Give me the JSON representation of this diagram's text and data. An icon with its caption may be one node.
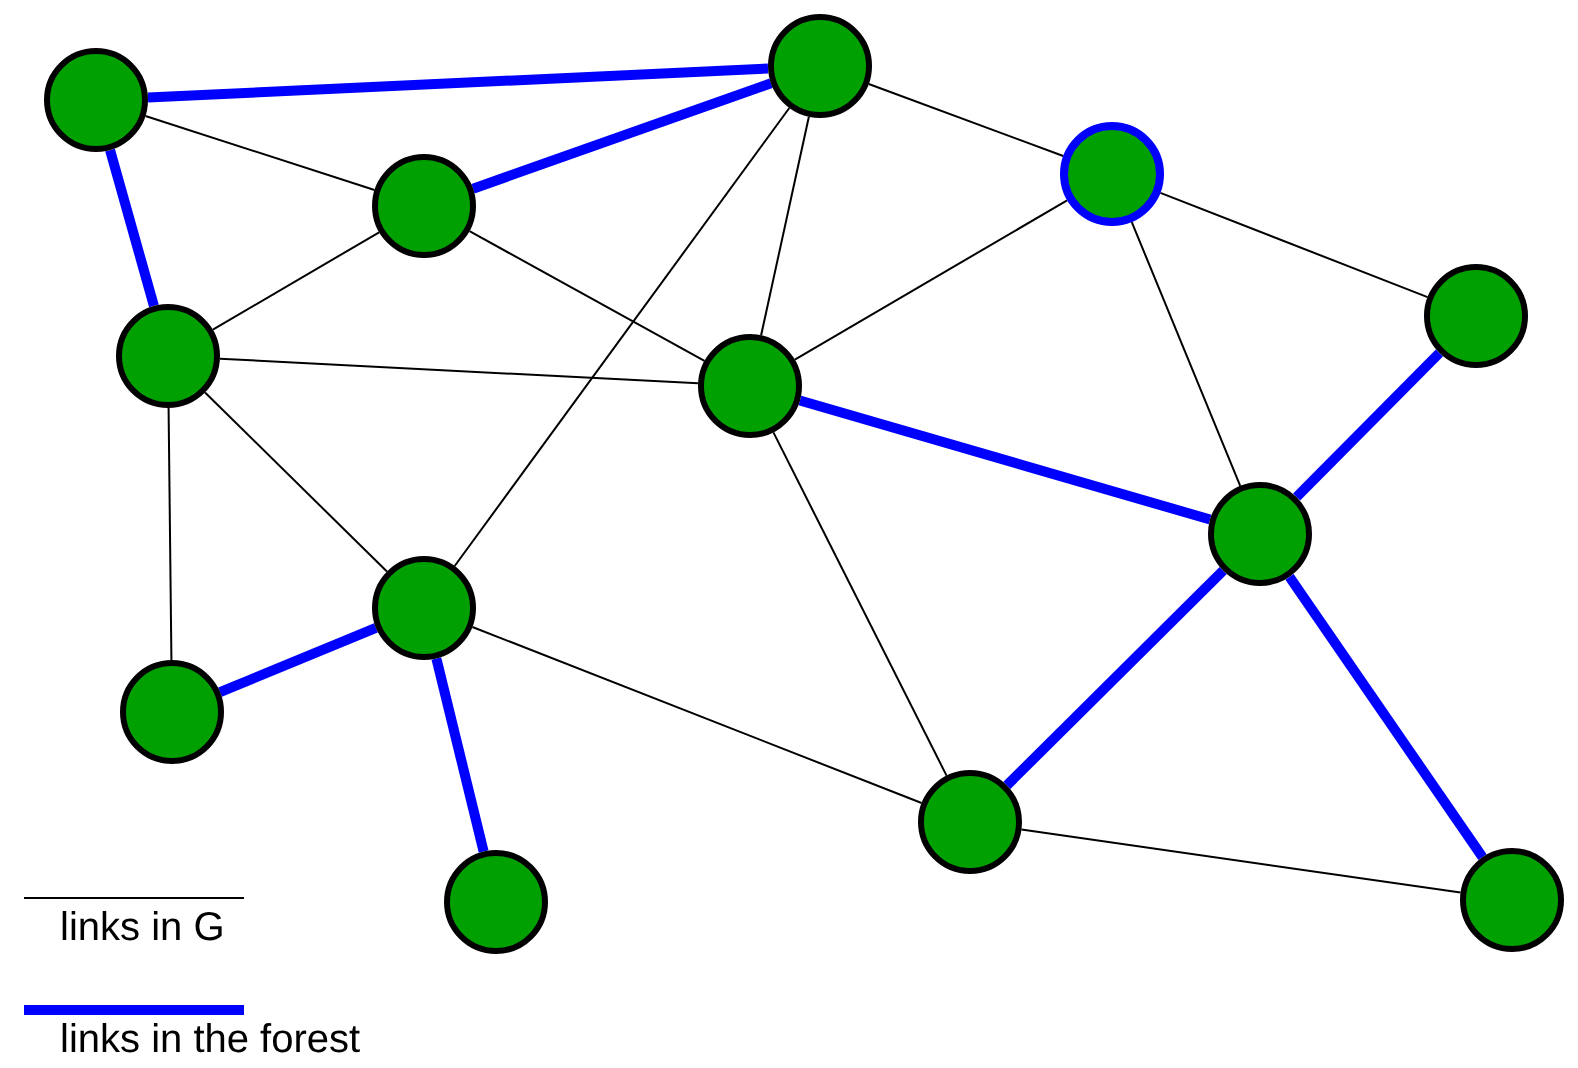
{
  "diagram": {
    "nodes": [
      {
        "text": [],
        "shape": "circle"
      },
      {
        "text": [],
        "shape": "circle"
      },
      {
        "text": [],
        "shape": "circle"
      },
      {
        "text": [],
        "shape": "circle"
      },
      {
        "text": [],
        "shape": "circle"
      },
      {
        "text": [],
        "shape": "circle"
      },
      {
        "text": [],
        "shape": "circle"
      },
      {
        "text": [],
        "shape": "circle"
      },
      {
        "text": [],
        "shape": "circle"
      },
      {
        "text": [],
        "shape": "circle"
      },
      {
        "text": [],
        "shape": "circle"
      },
      {
        "text": [],
        "shape": "circle"
      },
      {
        "text": [],
        "shape": "circle"
      }
    ],
    "edges": [
      {
        "from": 0,
        "to": 2,
        "arrow": "none"
      },
      {
        "from": 1,
        "to": 3,
        "arrow": "none"
      },
      {
        "from": 1,
        "to": 5,
        "arrow": "none"
      },
      {
        "from": 1,
        "to": 8,
        "arrow": "none"
      },
      {
        "from": 2,
        "to": 4,
        "arrow": "none"
      },
      {
        "from": 2,
        "to": 5,
        "arrow": "none"
      },
      {
        "from": 4,
        "to": 5,
        "arrow": "none"
      },
      {
        "from": 4,
        "to": 8,
        "arrow": "none"
      },
      {
        "from": 4,
        "to": 9,
        "arrow": "none"
      },
      {
        "from": 3,
        "to": 5,
        "arrow": "none"
      },
      {
        "from": 3,
        "to": 6,
        "arrow": "none"
      },
      {
        "from": 3,
        "to": 7,
        "arrow": "none"
      },
      {
        "from": 5,
        "to": 10,
        "arrow": "none"
      },
      {
        "from": 8,
        "to": 10,
        "arrow": "none"
      },
      {
        "from": 10,
        "to": 12,
        "arrow": "none"
      },
      {
        "from": 0,
        "to": 1,
        "arrow": "none",
        "style": "thick",
        "color": "#0000ff"
      },
      {
        "from": 1,
        "to": 2,
        "arrow": "none",
        "style": "thick",
        "color": "#0000ff"
      },
      {
        "from": 0,
        "to": 4,
        "arrow": "none",
        "style": "thick",
        "color": "#0000ff"
      },
      {
        "from": 5,
        "to": 7,
        "arrow": "none",
        "style": "thick",
        "color": "#0000ff"
      },
      {
        "from": 6,
        "to": 7,
        "arrow": "none",
        "style": "thick",
        "color": "#0000ff"
      },
      {
        "from": 7,
        "to": 10,
        "arrow": "none",
        "style": "thick",
        "color": "#0000ff"
      },
      {
        "from": 7,
        "to": 12,
        "arrow": "none",
        "style": "thick",
        "color": "#0000ff"
      },
      {
        "from": 8,
        "to": 9,
        "arrow": "none",
        "style": "thick",
        "color": "#0000ff"
      },
      {
        "from": 8,
        "to": 11,
        "arrow": "none",
        "style": "thick",
        "color": "#0000ff"
      }
    ],
    "legend": [
      {
        "text": "links in G"
      },
      {
        "text": "links in the forest"
      }
    ]
  }
}
